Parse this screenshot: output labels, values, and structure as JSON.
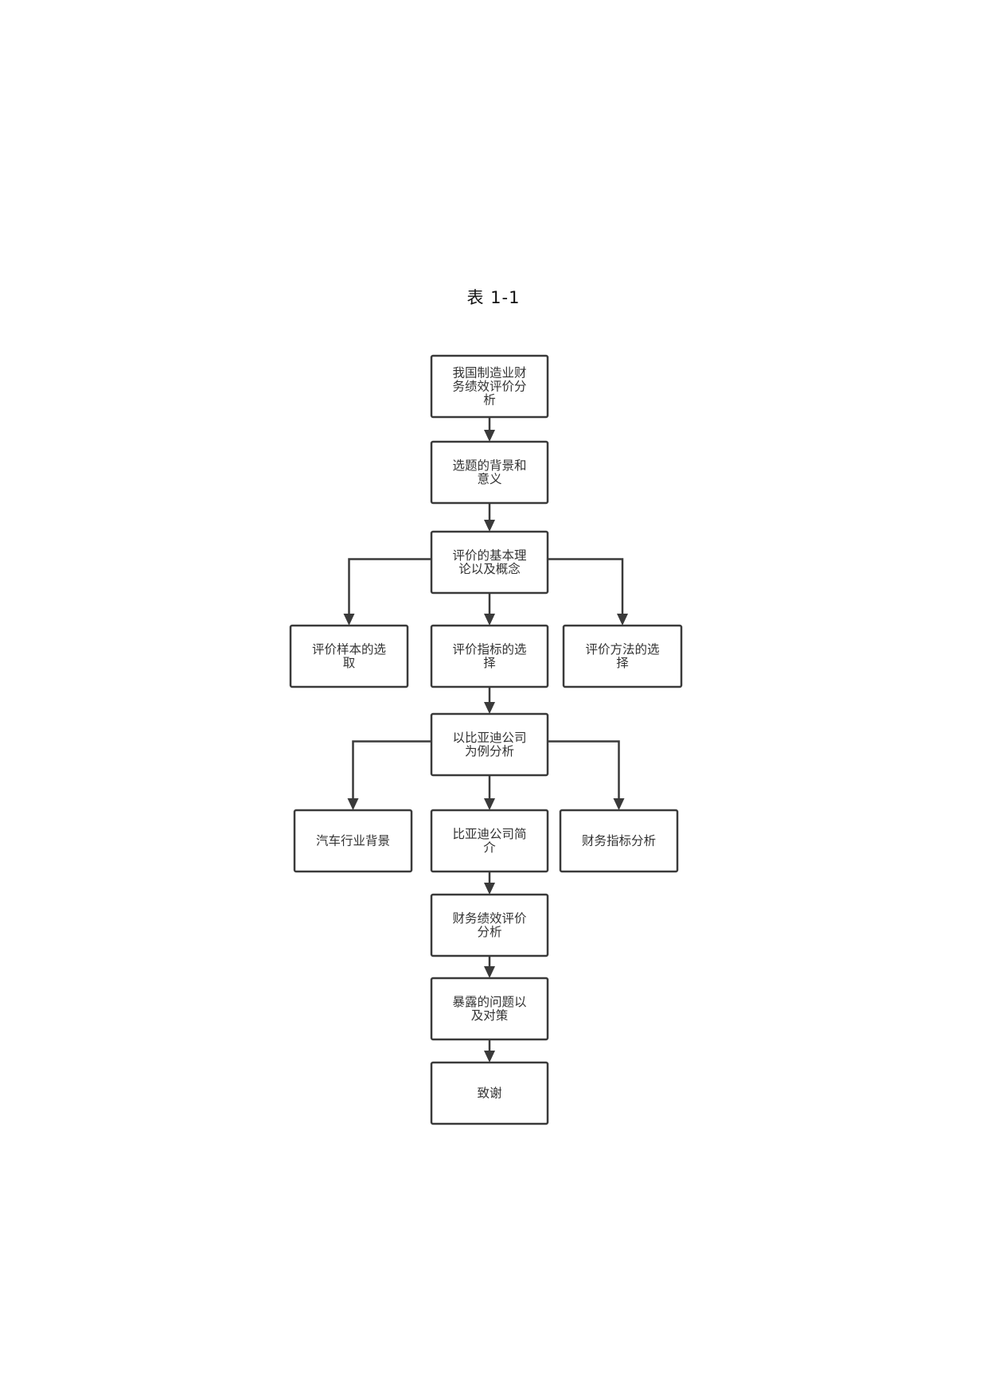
{
  "caption": "表 1-1",
  "nodes": [
    {
      "id": "n1",
      "lines": [
        "我国制造业财",
        "务绩效评价分",
        "析"
      ]
    },
    {
      "id": "n2",
      "lines": [
        "选题的背景和",
        "意义"
      ]
    },
    {
      "id": "n3",
      "lines": [
        "评价的基本理",
        "论以及概念"
      ]
    },
    {
      "id": "n4",
      "lines": [
        "评价样本的选",
        "取"
      ]
    },
    {
      "id": "n5",
      "lines": [
        "评价指标的选",
        "择"
      ]
    },
    {
      "id": "n6",
      "lines": [
        "评价方法的选",
        "择"
      ]
    },
    {
      "id": "n7",
      "lines": [
        "以比亚迪公司",
        "为例分析"
      ]
    },
    {
      "id": "n8",
      "lines": [
        "汽车行业背景"
      ]
    },
    {
      "id": "n9",
      "lines": [
        "比亚迪公司简",
        "介"
      ]
    },
    {
      "id": "n10",
      "lines": [
        "财务指标分析"
      ]
    },
    {
      "id": "n11",
      "lines": [
        "财务绩效评价",
        "分析"
      ]
    },
    {
      "id": "n12",
      "lines": [
        "暴露的问题以",
        "及对策"
      ]
    },
    {
      "id": "n13",
      "lines": [
        "致谢"
      ]
    }
  ],
  "edges": [
    {
      "from": "n1",
      "to": "n2"
    },
    {
      "from": "n2",
      "to": "n3"
    },
    {
      "from": "n3",
      "to": "n4"
    },
    {
      "from": "n3",
      "to": "n5"
    },
    {
      "from": "n3",
      "to": "n6"
    },
    {
      "from": "n5",
      "to": "n7"
    },
    {
      "from": "n7",
      "to": "n8"
    },
    {
      "from": "n7",
      "to": "n9"
    },
    {
      "from": "n7",
      "to": "n10"
    },
    {
      "from": "n9",
      "to": "n11"
    },
    {
      "from": "n11",
      "to": "n12"
    },
    {
      "from": "n12",
      "to": "n13"
    }
  ]
}
